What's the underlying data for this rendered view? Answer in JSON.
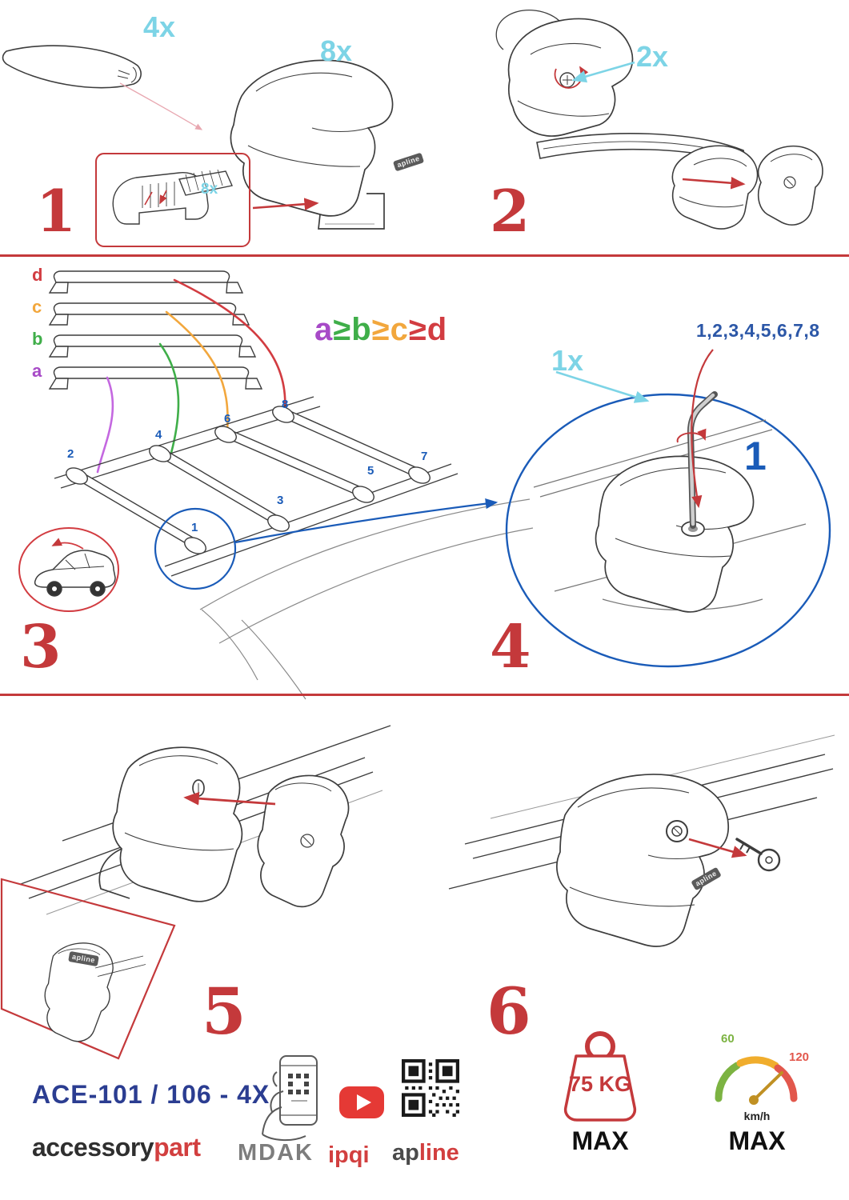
{
  "palette": {
    "step_red": "#c4393b",
    "qty_cyan": "#7dd4e6",
    "callout_blue": "#1a5bb8",
    "navy": "#2b3d91",
    "purple": "#a74ac7",
    "green": "#3fae49",
    "orange": "#f2a73d",
    "dark_red": "#d23c41",
    "line_art": "#3d3d3d"
  },
  "step1": {
    "number": "1",
    "bar_qty": "4x",
    "foot_qty": "8x",
    "pad_qty": "8x"
  },
  "step2": {
    "number": "2",
    "screw_qty": "2x"
  },
  "step3": {
    "number": "3",
    "bar_labels": [
      "d",
      "c",
      "b",
      "a"
    ],
    "formula": [
      "a",
      "≥",
      "b",
      "≥",
      "c",
      "≥",
      "d"
    ],
    "positions": [
      "1",
      "2",
      "3",
      "4",
      "5",
      "6",
      "7",
      "8"
    ]
  },
  "step4": {
    "number": "4",
    "tool_qty": "1x",
    "sequence": "1,2,3,4,5,6,7,8",
    "callout": "1"
  },
  "step5": {
    "number": "5"
  },
  "step6": {
    "number": "6"
  },
  "product_logo": "apline",
  "footer": {
    "model": "ACE-101 / 106 - 4X",
    "brand_black": "accessory",
    "brand_red": "part",
    "logo_mdak": "MDAK",
    "logo_ipqi": "ipqi",
    "logo_ap": "ap",
    "logo_line": "line",
    "weight_value": "75 KG",
    "weight_max": "MAX",
    "speed_min": "60",
    "speed_max_value": "120",
    "speed_unit": "km/h",
    "speed_max": "MAX"
  }
}
